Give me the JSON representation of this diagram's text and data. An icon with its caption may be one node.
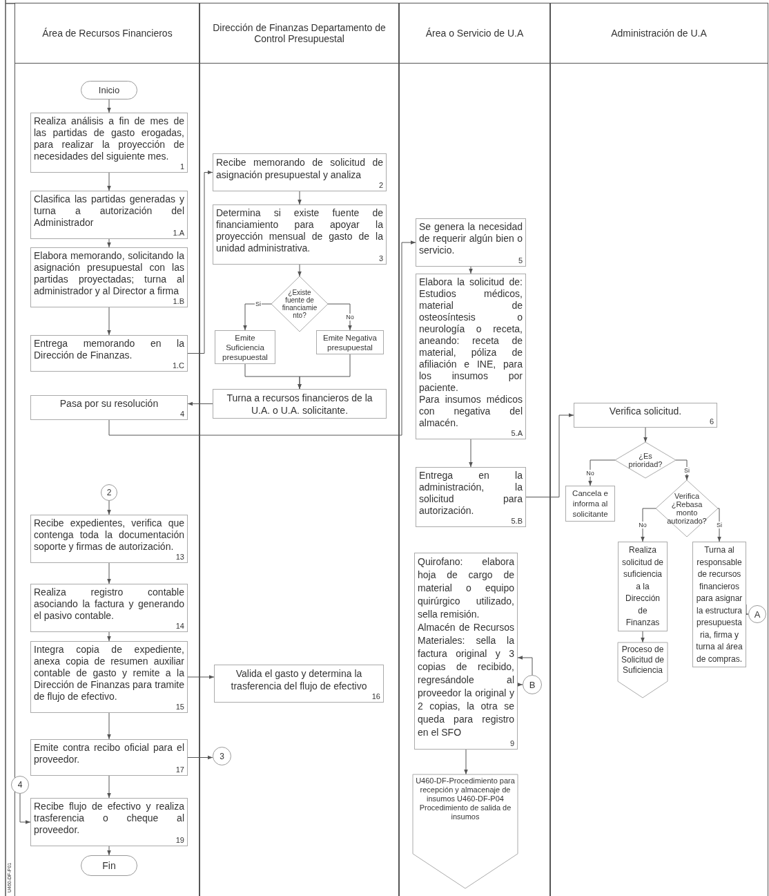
{
  "diagram": {
    "nodes": [
      {
        "text": [
          "Área de Recursos Financieros"
        ]
      },
      {
        "text": [
          "Dirección de Finanzas Departamento de Control Presupuestal"
        ]
      },
      {
        "text": [
          "Área o Servicio de U.A"
        ]
      },
      {
        "text": [
          "Administración de U.A"
        ]
      },
      {
        "text": [
          "Inicio"
        ],
        "in": 0
      },
      {
        "text": [
          "Realiza análisis a fin de mes de las partidas de gasto erogadas, para realizar la proyección de necesidades del siguiente mes.",
          "1"
        ],
        "in": 0
      },
      {
        "text": [
          "Clasifica las partidas generadas y turna a autorización del Administrador",
          "1.A"
        ],
        "in": 0
      },
      {
        "text": [
          "Elabora memorando, solicitando la asignación presupuestal con las partidas proyectadas; turna al administrador y al Director a firma",
          "1.B"
        ],
        "in": 0
      },
      {
        "text": [
          "Entrega memorando en la Dirección de Finanzas.",
          "1.C"
        ],
        "in": 0
      },
      {
        "text": [
          "Recibe memorando de solicitud de asignación presupuestal y analiza",
          "2"
        ],
        "in": 1
      },
      {
        "text": [
          "Determina si existe fuente de financiamiento para apoyar la proyección mensual de gasto de la unidad administrativa.",
          "3"
        ],
        "in": 1
      },
      {
        "text": [
          "¿Existe fuente de financiamiento?"
        ],
        "in": 1
      },
      {
        "text": [
          "Emite Suficiencia presupuestal"
        ],
        "in": 1
      },
      {
        "text": [
          "Emite Negativa presupuestal"
        ],
        "in": 1
      },
      {
        "text": [
          "Turna a recursos financieros de la U.A. o U.A. solicitante."
        ],
        "in": 1
      },
      {
        "text": [
          "Pasa por su resolución",
          "4"
        ],
        "in": 0
      },
      {
        "text": [
          "Se genera la necesidad de requerir algún bien o servicio.",
          "5"
        ],
        "in": 2
      },
      {
        "text": [
          "Elabora la solicitud de: Estudios médicos, material de osteosíntesis o neurología o receta, aneando: receta de material, póliza de afiliación e INE, para los insumos por paciente.",
          "Para insumos médicos con negativa del almacén.",
          "5.A"
        ],
        "in": 2
      },
      {
        "text": [
          "Entrega en la administración, la solicitud para autorización.",
          "5.B"
        ],
        "in": 2
      },
      {
        "text": [
          "Verifica solicitud.",
          "6"
        ],
        "in": 3
      },
      {
        "text": [
          "¿Es prioridad?"
        ],
        "in": 3
      },
      {
        "text": [
          "Cancela e informa al solicitante"
        ],
        "in": 3
      },
      {
        "text": [
          "Verifica ¿Rebasa monto autorizado?"
        ],
        "in": 3
      },
      {
        "text": [
          "Realiza solicitud de suficiencia a la Dirección de Finanzas"
        ],
        "in": 3
      },
      {
        "text": [
          "Turna al responsable de recursos financieros para asignar la estructura presupuestaria, firma y turna al área de compras."
        ],
        "in": 3
      },
      {
        "text": [
          "Proceso de Solicitud de Suficiencia"
        ],
        "in": 3
      },
      {
        "text": [
          "A"
        ],
        "in": 3
      },
      {
        "text": [
          "2"
        ],
        "in": 0
      },
      {
        "text": [
          "Recibe expedientes, verifica que contenga toda la documentación soporte y firmas de autorización.",
          "13"
        ],
        "in": 0
      },
      {
        "text": [
          "Realiza registro contable asociando la factura y generando el pasivo contable.",
          "14"
        ],
        "in": 0
      },
      {
        "text": [
          "Integra copia de expediente, anexa copia de resumen auxiliar contable de gasto y remite a la Dirección de Finanzas para tramite de flujo de efectivo.",
          "15"
        ],
        "in": 0
      },
      {
        "text": [
          "Valida el gasto y determina la trasferencia del flujo de efectivo",
          "16"
        ],
        "in": 1
      },
      {
        "text": [
          "Emite contra recibo oficial para el proveedor.",
          "17"
        ],
        "in": 0
      },
      {
        "text": [
          "3"
        ],
        "in": 1
      },
      {
        "text": [
          "4"
        ]
      },
      {
        "text": [
          "Recibe flujo de efectivo y realiza trasferencia o cheque al proveedor.",
          "19"
        ],
        "in": 0
      },
      {
        "text": [
          "Fin"
        ],
        "in": 0
      },
      {
        "text": [
          "Quirofano: elabora hoja de cargo de material o equipo quirúrgico utilizado, sella remisión.",
          "Almacén de Recursos Materiales: sella la factura original y 3 copias de recibido, regresándole al proveedor la original y 2 copias, la otra se queda para registro en el SFO",
          "9"
        ],
        "in": 2
      },
      {
        "text": [
          "B"
        ],
        "in": 2
      },
      {
        "text": [
          "U460-DF-Procedimiento para recepción y almacenaje de insumos U460-DF-P04 Procedimiento de salida de insumos"
        ],
        "in": 2
      }
    ],
    "edges": [
      {
        "from": 4,
        "to": 5,
        "arrow": "to"
      },
      {
        "from": 5,
        "to": 6,
        "arrow": "to"
      },
      {
        "from": 6,
        "to": 7,
        "arrow": "to"
      },
      {
        "from": 7,
        "to": 8,
        "arrow": "to"
      },
      {
        "from": 8,
        "to": 9,
        "arrow": "to"
      },
      {
        "from": 9,
        "to": 10,
        "arrow": "to"
      },
      {
        "from": 10,
        "to": 11,
        "arrow": "to"
      },
      {
        "from": 11,
        "to": 12,
        "arrow": "to",
        "label": "Si"
      },
      {
        "from": 11,
        "to": 13,
        "arrow": "to",
        "label": "No"
      },
      {
        "from": 12,
        "to": 14,
        "arrow": "to"
      },
      {
        "from": 13,
        "to": 14,
        "arrow": "to"
      },
      {
        "from": 14,
        "to": 15,
        "arrow": "to"
      },
      {
        "from": 15,
        "to": 16,
        "arrow": "to"
      },
      {
        "from": 16,
        "to": 17,
        "arrow": "to"
      },
      {
        "from": 17,
        "to": 18,
        "arrow": "to"
      },
      {
        "from": 18,
        "to": 19,
        "arrow": "to"
      },
      {
        "from": 19,
        "to": 20,
        "arrow": "to"
      },
      {
        "from": 20,
        "to": 21,
        "arrow": "to",
        "label": "No"
      },
      {
        "from": 20,
        "to": 22,
        "arrow": "to",
        "label": "Si"
      },
      {
        "from": 22,
        "to": 23,
        "arrow": "to",
        "label": "No"
      },
      {
        "from": 22,
        "to": 24,
        "arrow": "to",
        "label": "Si"
      },
      {
        "from": 23,
        "to": 25,
        "arrow": "to"
      },
      {
        "from": 24,
        "to": 26,
        "arrow": "to"
      },
      {
        "from": 27,
        "to": 28,
        "arrow": "to"
      },
      {
        "from": 28,
        "to": 29,
        "arrow": "to"
      },
      {
        "from": 29,
        "to": 30,
        "arrow": "to"
      },
      {
        "from": 30,
        "to": 31,
        "arrow": "to"
      },
      {
        "from": 30,
        "to": 32,
        "arrow": "to"
      },
      {
        "from": 32,
        "to": 33,
        "arrow": "to"
      },
      {
        "from": 32,
        "to": 35,
        "arrow": "to"
      },
      {
        "from": 34,
        "to": 35,
        "arrow": "to"
      },
      {
        "from": 35,
        "to": 36,
        "arrow": "to"
      },
      {
        "from": 37,
        "to": 38,
        "arrow": "to"
      },
      {
        "from": 38,
        "to": 37,
        "arrow": "to"
      },
      {
        "from": 37,
        "to": 39,
        "arrow": "to"
      }
    ],
    "labels": [
      "U460-DF-P01"
    ]
  }
}
